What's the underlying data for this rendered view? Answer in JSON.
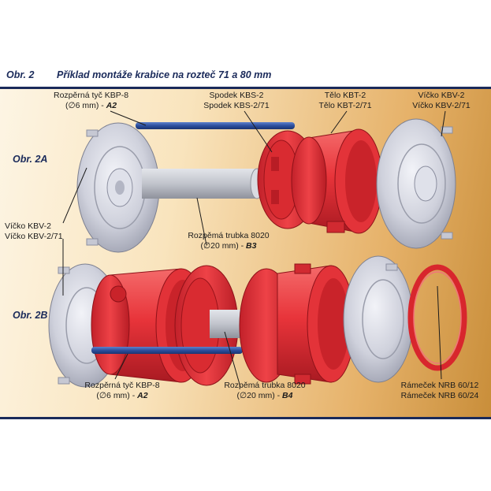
{
  "caption": {
    "number": "Obr. 2",
    "title": "Příklad montáže krabice na rozteč 71 a 80 mm"
  },
  "panels": {
    "a": "Obr. 2A",
    "b": "Obr. 2B"
  },
  "labels": {
    "rod_top": {
      "line1": "Rozpěrná tyč KBP-8",
      "line2": "(∅6 mm) - ",
      "code": "A2"
    },
    "base": {
      "line1": "Spodek KBS-2",
      "line2": "Spodek KBS-2/71"
    },
    "body": {
      "line1": "Tělo KBT-2",
      "line2": "Tělo KBT-2/71"
    },
    "lid_right": {
      "line1": "Víčko KBV-2",
      "line2": "Víčko KBV-2/71"
    },
    "lid_left": {
      "line1": "Víčko KBV-2",
      "line2": "Víčko KBV-2/71"
    },
    "tube_top": {
      "line1": "Rozpěmá trubka 8020",
      "line2": "(∅20 mm) - ",
      "code": "B3"
    },
    "rod_bottom": {
      "line1": "Rozpěrná tyč KBP-8",
      "line2": "(∅6 mm) - ",
      "code": "A2"
    },
    "tube_bottom": {
      "line1": "Rozpěmá trubka 8020",
      "line2": "(∅20 mm) - ",
      "code": "B4"
    },
    "frame_ring": {
      "line1": "Rámeček NRB 60/12",
      "line2": "Rámeček NRB 60/24"
    }
  },
  "colors": {
    "border": "#1a2a5a",
    "red_part": "#e8343a",
    "grey_part": "#c9cbd6",
    "rod": "#2c4f9e",
    "tube": "#b9bcc4"
  }
}
